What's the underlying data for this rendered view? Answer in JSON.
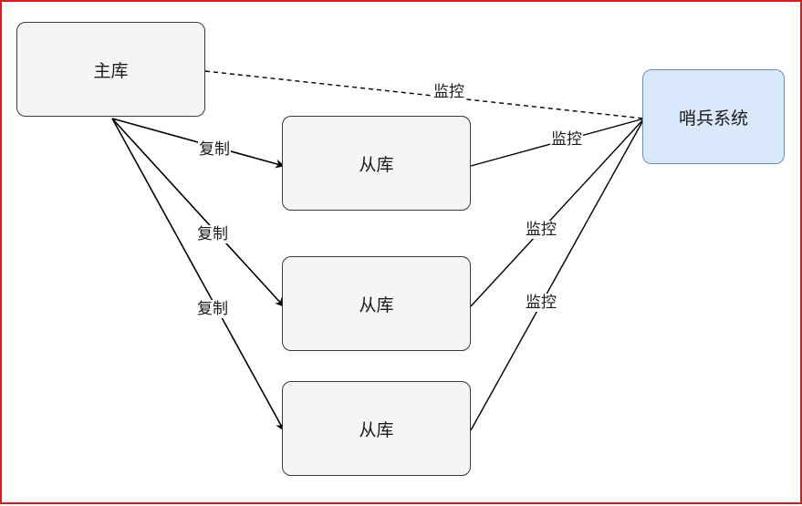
{
  "nodes": {
    "master": "主库",
    "slave_1": "从库",
    "slave_2": "从库",
    "slave_3": "从库",
    "sentinel": "哨兵系统"
  },
  "edges": {
    "replicate_1": "复制",
    "replicate_2": "复制",
    "replicate_3": "复制",
    "monitor_master": "监控",
    "monitor_slave_1": "监控",
    "monitor_slave_2": "监控",
    "monitor_slave_3": "监控"
  },
  "colors": {
    "frame_border": "#e8141c",
    "node_fill": "#f5f5f5",
    "sentinel_fill": "#dae8fc",
    "sentinel_border": "#6c8ebf",
    "line": "#000000"
  }
}
